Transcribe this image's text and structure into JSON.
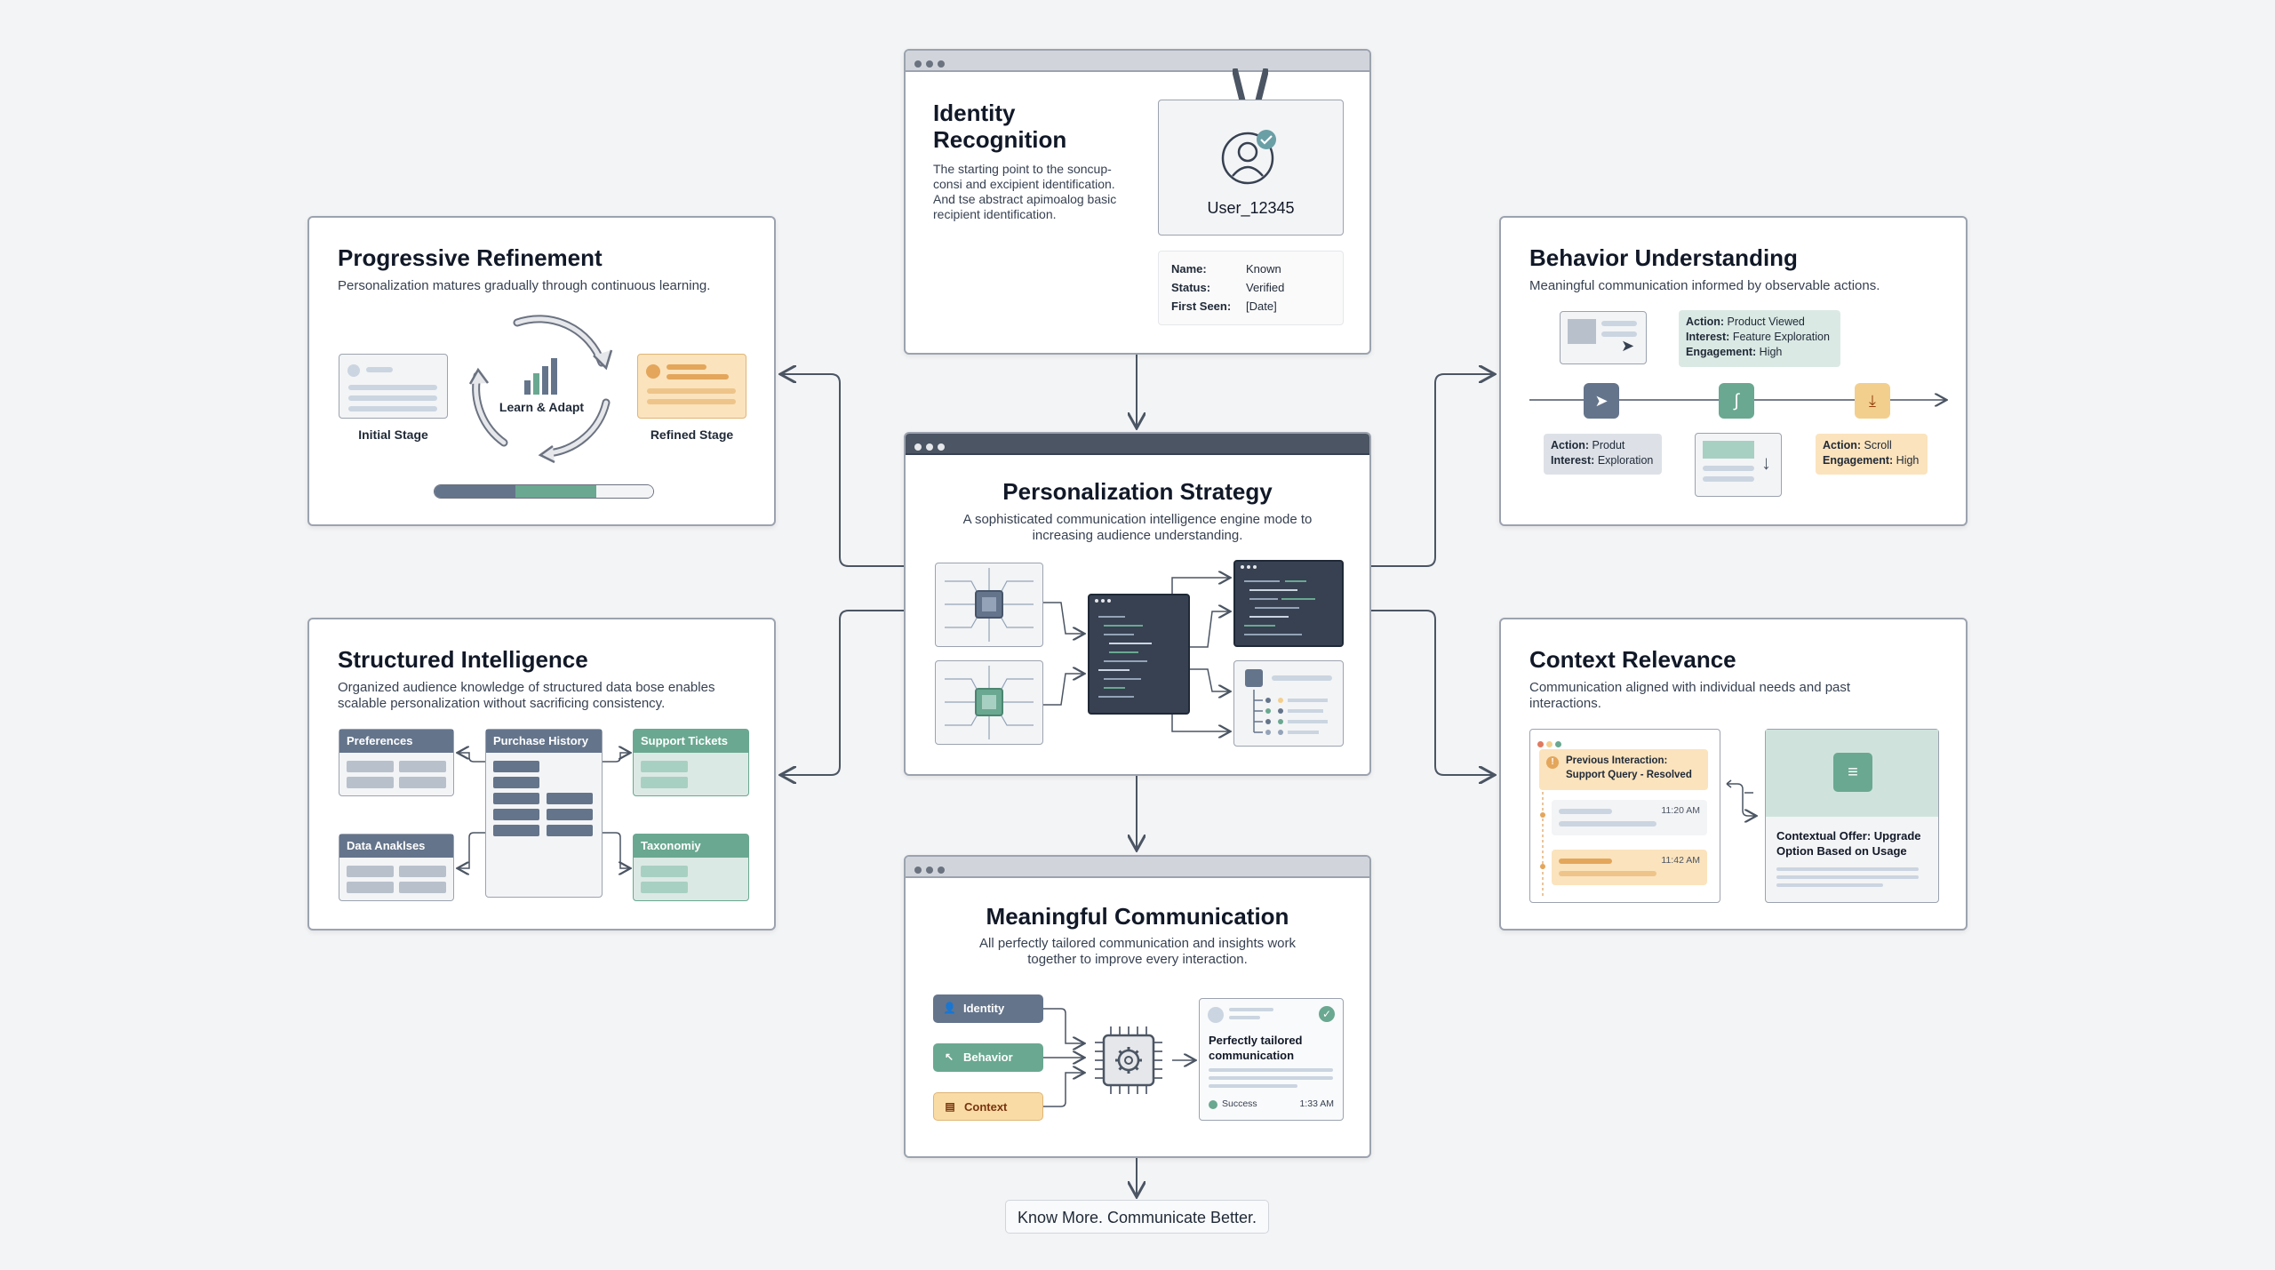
{
  "identity": {
    "title_line1": "Identity",
    "title_line2": "Recognition",
    "description": "The starting point to the soncup-consi and excipient identification. And tse abstract apimoalog basic recipient identification.",
    "user_id": "User_12345",
    "fields": [
      {
        "label": "Name:",
        "value": "Known"
      },
      {
        "label": "Status:",
        "value": "Verified"
      },
      {
        "label": "First Seen:",
        "value": "[Date]"
      }
    ]
  },
  "refinement": {
    "title": "Progressive Refinement",
    "description": "Personalization matures gradually through continuous learning.",
    "cycle_label": "Learn & Adapt",
    "initial_label": "Initial Stage",
    "refined_label": "Refined Stage",
    "progress_segments": [
      0.37,
      0.37,
      0.26
    ]
  },
  "behavior": {
    "title": "Behavior Understanding",
    "description": "Meaningful communication informed by observable actions.",
    "top_tag": [
      {
        "k": "Action:",
        "v": "Product Viewed"
      },
      {
        "k": "Interest:",
        "v": "Feature Exploration"
      },
      {
        "k": "Engagement:",
        "v": "High"
      }
    ],
    "left_tag": [
      {
        "k": "Action:",
        "v": "Produt"
      },
      {
        "k": "Interest:",
        "v": "Exploration"
      }
    ],
    "right_tag": [
      {
        "k": "Action:",
        "v": "Scroll"
      },
      {
        "k": "Engagement:",
        "v": "High"
      }
    ]
  },
  "strategy": {
    "title": "Personalization Strategy",
    "description": "A sophisticated communication intelligence engine mode to increasing audience understanding."
  },
  "structured": {
    "title": "Structured Intelligence",
    "description": "Organized audience knowledge of structured data bose enables scalable personalization without sacrificing consistency.",
    "tables": {
      "preferences": "Preferences",
      "purchase": "Purchase History",
      "support": "Support Tickets",
      "analysis": "Data Anaklses",
      "taxonomy": "Taxonomiy"
    }
  },
  "context": {
    "title": "Context Relevance",
    "description": "Communication aligned with individual needs and past interactions.",
    "previous_line1": "Previous Interaction:",
    "previous_line2": "Support Query - Resolved",
    "time1": "11:20 AM",
    "time2": "11:42 AM",
    "offer_line1": "Contextual Offer: Upgrade",
    "offer_line2": "Option Based on Usage"
  },
  "meaningful": {
    "title": "Meaningful Communication",
    "description": "All  perfectly tailored communication and insights work together to improve every interaction.",
    "inputs": [
      "Identity",
      "Behavior",
      "Context"
    ],
    "output_title": "Perfectly tailored communication",
    "status": "Success",
    "time": "1:33 AM"
  },
  "footer": {
    "tagline": "Know More. Communicate Better."
  },
  "colors": {
    "slate": "#64748b",
    "teal": "#6aa891",
    "amber": "#f3cf8e",
    "dark": "#374151"
  }
}
